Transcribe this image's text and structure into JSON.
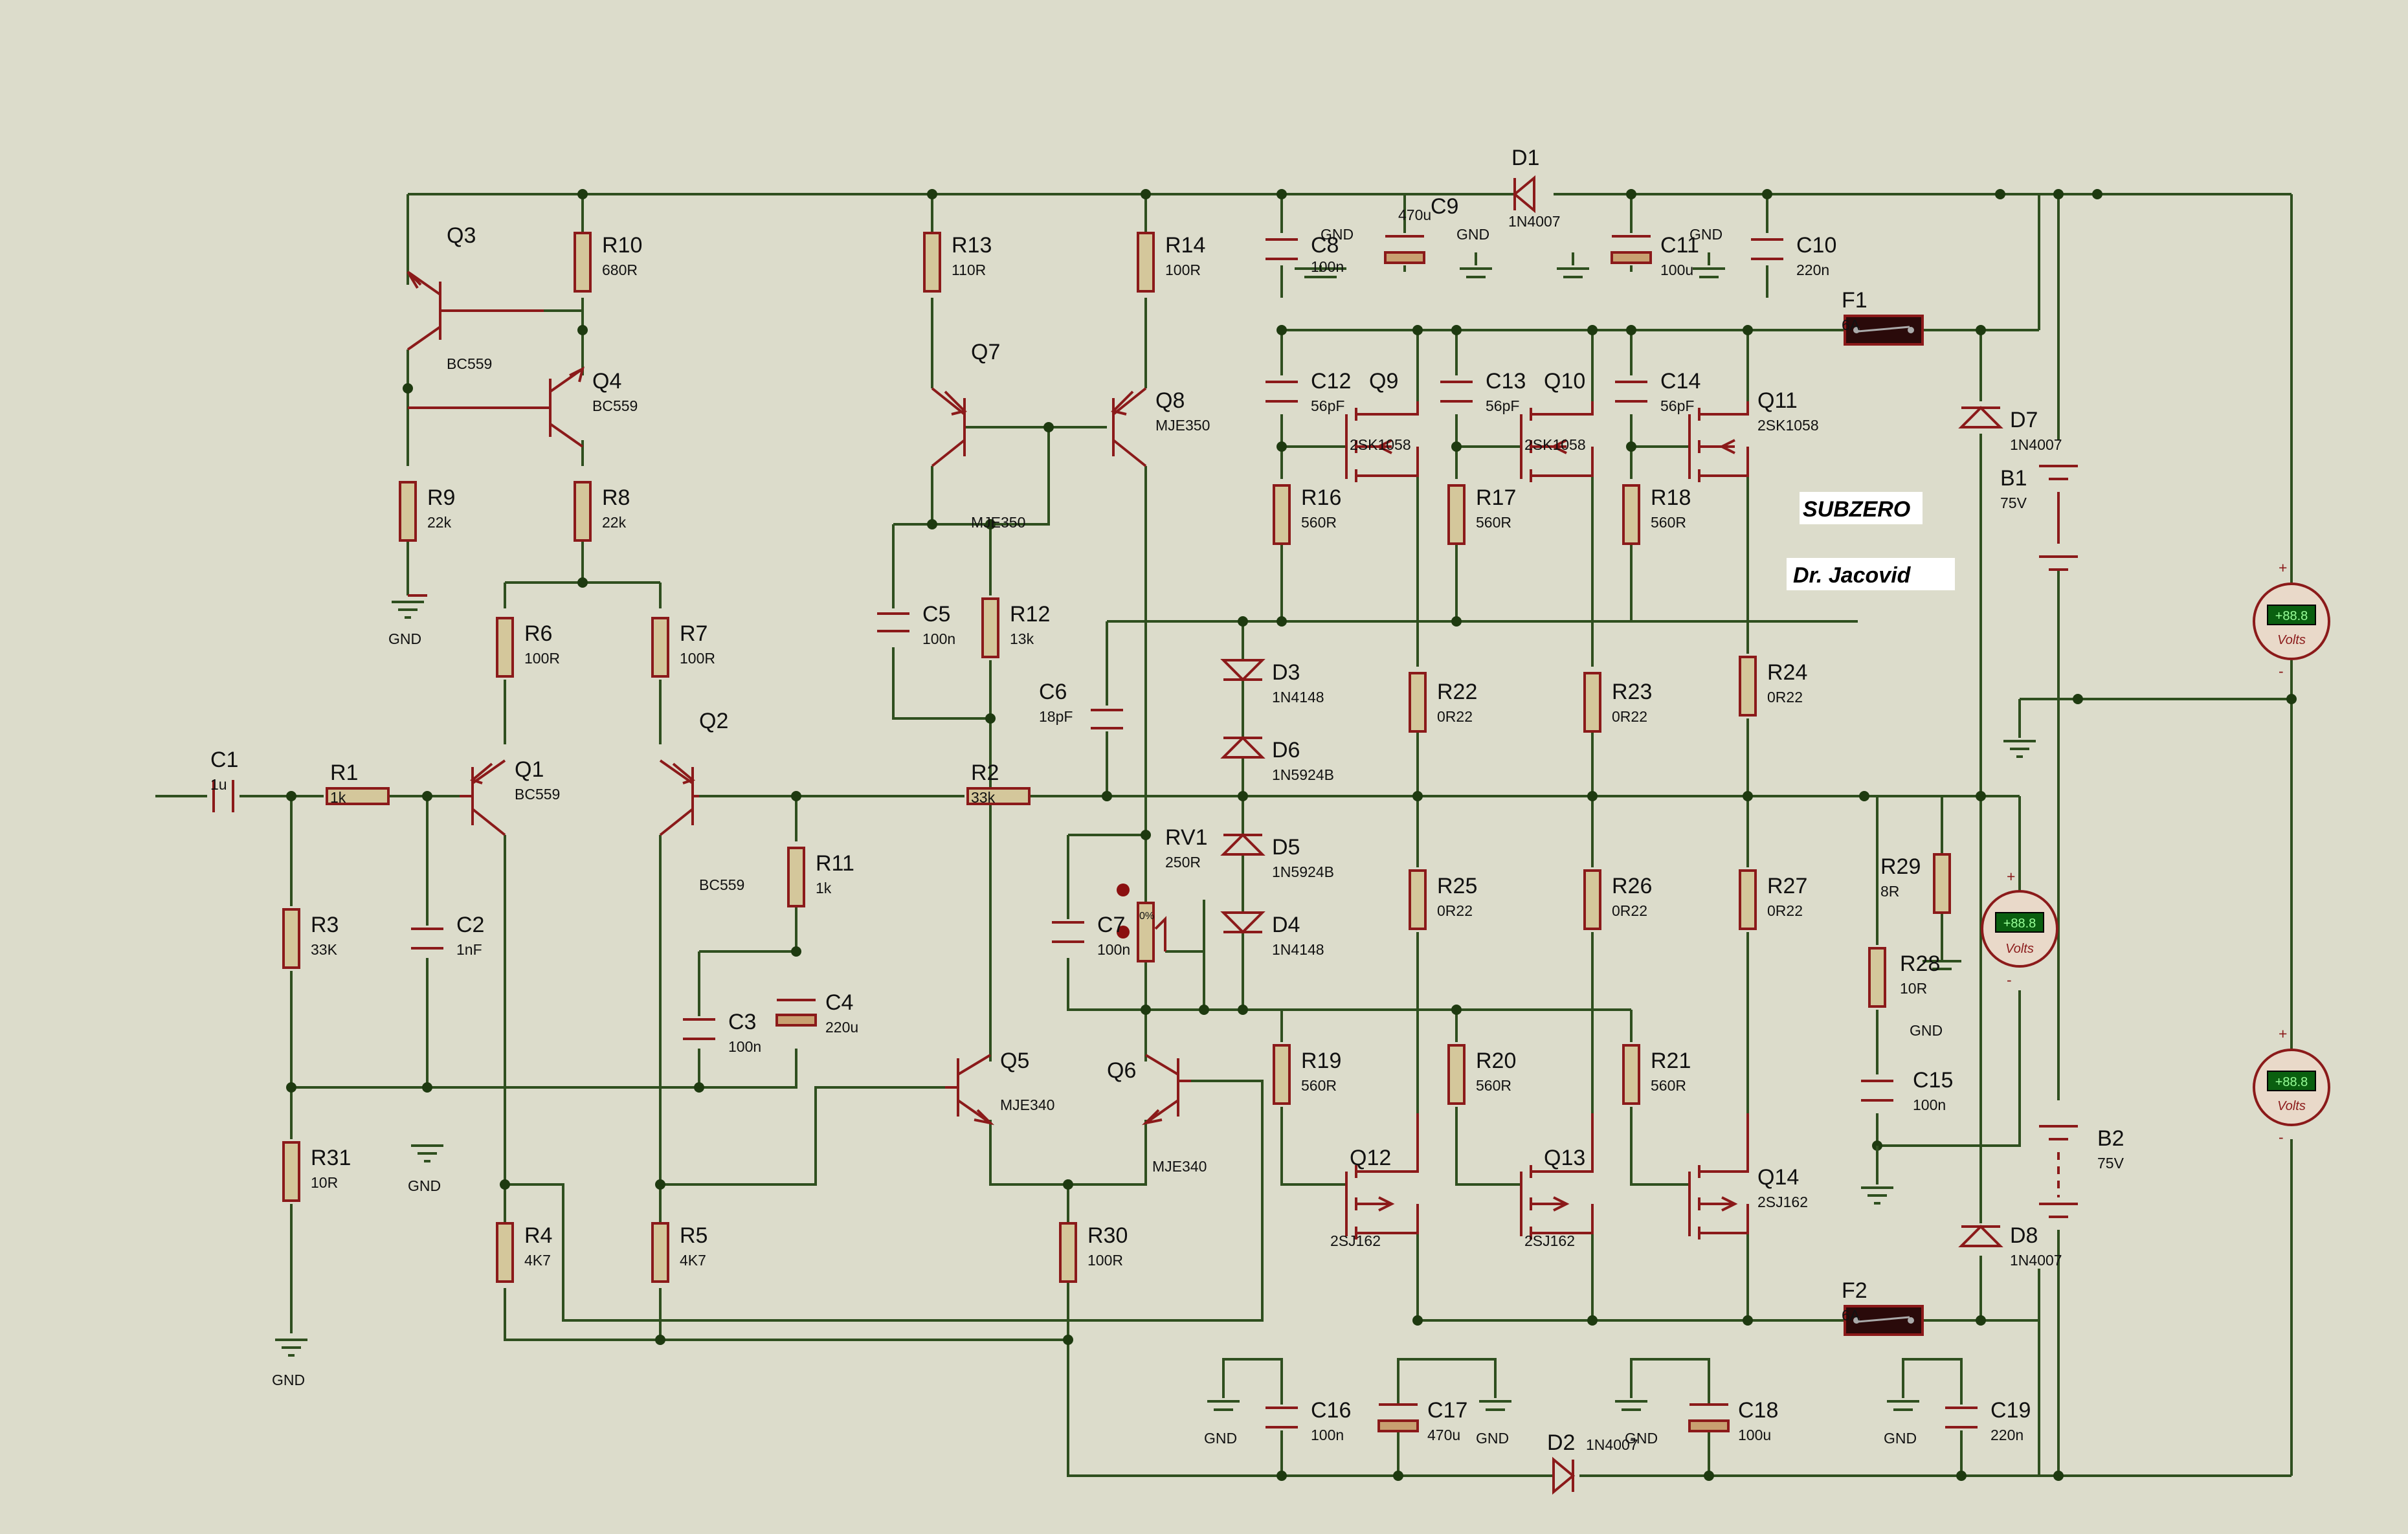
{
  "title": "SUBZERO",
  "author": "Dr. Jacovid",
  "components": {
    "C1": {
      "ref": "C1",
      "value": "1u"
    },
    "R1": {
      "ref": "R1",
      "value": "1k"
    },
    "R3": {
      "ref": "R3",
      "value": "33K"
    },
    "C2": {
      "ref": "C2",
      "value": "1nF"
    },
    "R31": {
      "ref": "R31",
      "value": "10R"
    },
    "Q1": {
      "ref": "Q1",
      "value": "BC559"
    },
    "Q2": {
      "ref": "Q2",
      "value": "BC559"
    },
    "Q3": {
      "ref": "Q3",
      "value": "BC559"
    },
    "Q4": {
      "ref": "Q4",
      "value": "BC559"
    },
    "R10": {
      "ref": "R10",
      "value": "680R"
    },
    "R9": {
      "ref": "R9",
      "value": "22k"
    },
    "R8": {
      "ref": "R8",
      "value": "22k"
    },
    "R6": {
      "ref": "R6",
      "value": "100R"
    },
    "R7": {
      "ref": "R7",
      "value": "100R"
    },
    "R4": {
      "ref": "R4",
      "value": "4K7"
    },
    "R5": {
      "ref": "R5",
      "value": "4K7"
    },
    "R11": {
      "ref": "R11",
      "value": "1k"
    },
    "C3": {
      "ref": "C3",
      "value": "100n"
    },
    "C4": {
      "ref": "C4",
      "value": "220u"
    },
    "R13": {
      "ref": "R13",
      "value": "110R"
    },
    "R14": {
      "ref": "R14",
      "value": "100R"
    },
    "Q7": {
      "ref": "Q7",
      "value": "MJE350"
    },
    "Q8": {
      "ref": "Q8",
      "value": "MJE350"
    },
    "C5": {
      "ref": "C5",
      "value": "100n"
    },
    "R12": {
      "ref": "R12",
      "value": "13k"
    },
    "C6": {
      "ref": "C6",
      "value": "18pF"
    },
    "R2": {
      "ref": "R2",
      "value": "33k"
    },
    "RV1": {
      "ref": "RV1",
      "value": "250R"
    },
    "C7": {
      "ref": "C7",
      "value": "100n"
    },
    "Q5": {
      "ref": "Q5",
      "value": "MJE340"
    },
    "Q6": {
      "ref": "Q6",
      "value": "MJE340"
    },
    "R30": {
      "ref": "R30",
      "value": "100R"
    },
    "D3": {
      "ref": "D3",
      "value": "1N4148"
    },
    "D6": {
      "ref": "D6",
      "value": "1N5924B"
    },
    "D5": {
      "ref": "D5",
      "value": "1N5924B"
    },
    "D4": {
      "ref": "D4",
      "value": "1N4148"
    },
    "C8": {
      "ref": "C8",
      "value": "100n"
    },
    "C9": {
      "ref": "C9",
      "value": "470u"
    },
    "D1": {
      "ref": "D1",
      "value": "1N4007"
    },
    "C11": {
      "ref": "C11",
      "value": "100u"
    },
    "C10": {
      "ref": "C10",
      "value": "220n"
    },
    "F1": {
      "ref": "F1",
      "value": "6A"
    },
    "F2": {
      "ref": "F2",
      "value": "6A"
    },
    "C12": {
      "ref": "C12",
      "value": "56pF"
    },
    "C13": {
      "ref": "C13",
      "value": "56pF"
    },
    "C14": {
      "ref": "C14",
      "value": "56pF"
    },
    "Q9": {
      "ref": "Q9",
      "value": "2SK1058"
    },
    "Q10": {
      "ref": "Q10",
      "value": "2SK1058"
    },
    "Q11": {
      "ref": "Q11",
      "value": "2SK1058"
    },
    "R16": {
      "ref": "R16",
      "value": "560R"
    },
    "R17": {
      "ref": "R17",
      "value": "560R"
    },
    "R18": {
      "ref": "R18",
      "value": "560R"
    },
    "R22": {
      "ref": "R22",
      "value": "0R22"
    },
    "R23": {
      "ref": "R23",
      "value": "0R22"
    },
    "R24": {
      "ref": "R24",
      "value": "0R22"
    },
    "R25": {
      "ref": "R25",
      "value": "0R22"
    },
    "R26": {
      "ref": "R26",
      "value": "0R22"
    },
    "R27": {
      "ref": "R27",
      "value": "0R22"
    },
    "R19": {
      "ref": "R19",
      "value": "560R"
    },
    "R20": {
      "ref": "R20",
      "value": "560R"
    },
    "R21": {
      "ref": "R21",
      "value": "560R"
    },
    "Q12": {
      "ref": "Q12",
      "value": "2SJ162"
    },
    "Q13": {
      "ref": "Q13",
      "value": "2SJ162"
    },
    "Q14": {
      "ref": "Q14",
      "value": "2SJ162"
    },
    "D7": {
      "ref": "D7",
      "value": "1N4007"
    },
    "D8": {
      "ref": "D8",
      "value": "1N4007"
    },
    "B1": {
      "ref": "B1",
      "value": "75V"
    },
    "B2": {
      "ref": "B2",
      "value": "75V"
    },
    "R29": {
      "ref": "R29",
      "value": "8R"
    },
    "R28": {
      "ref": "R28",
      "value": "10R"
    },
    "C15": {
      "ref": "C15",
      "value": "100n"
    },
    "C16": {
      "ref": "C16",
      "value": "100n"
    },
    "C17": {
      "ref": "C17",
      "value": "470u"
    },
    "C18": {
      "ref": "C18",
      "value": "100u"
    },
    "C19": {
      "ref": "C19",
      "value": "220n"
    },
    "D2": {
      "ref": "D2",
      "value": "1N4007"
    }
  },
  "gnd_label": "GND",
  "meter": {
    "display": "+88.8",
    "unit": "Volts",
    "plus": "+",
    "minus": "-"
  },
  "rv1_pct": "0%",
  "colors": {
    "background": "#dcdccb",
    "wire": "#2f4f1f",
    "component": "#8b1a1a",
    "resistor_fill": "#d4c79b",
    "meter_screen": "#0a5f10"
  }
}
